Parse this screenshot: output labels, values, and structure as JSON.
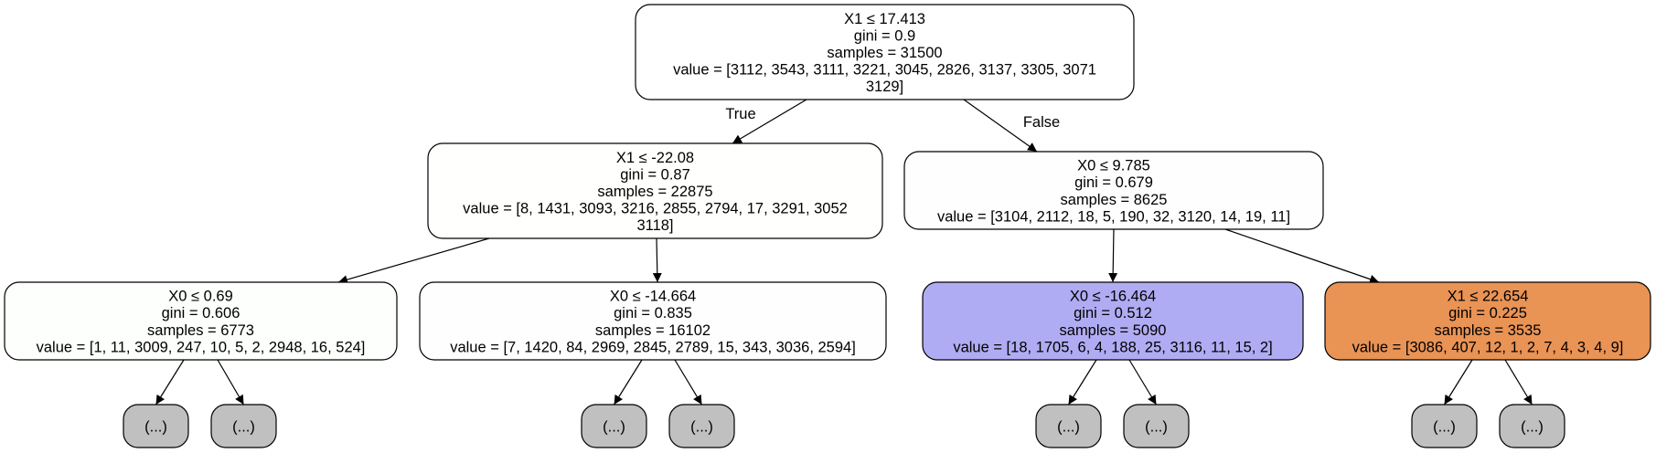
{
  "tree": {
    "nodes": [
      {
        "id": "root",
        "lines": [
          "X1 ≤ 17.413",
          "gini = 0.9",
          "samples = 31500",
          "value = [3112, 3543, 3111, 3221, 3045, 2826, 3137, 3305, 3071",
          "3129]"
        ],
        "fill": "#ffffff"
      },
      {
        "id": "left",
        "lines": [
          "X1 ≤ -22.08",
          "gini = 0.87",
          "samples = 22875",
          "value = [8, 1431, 3093, 3216, 2855, 2794, 17, 3291, 3052",
          "3118]"
        ],
        "fill": "#fffffe"
      },
      {
        "id": "right",
        "lines": [
          "X0 ≤ 9.785",
          "gini = 0.679",
          "samples = 8625",
          "value = [3104, 2112, 18, 5, 190, 32, 3120, 14, 19, 11]"
        ],
        "fill": "#fefeff"
      },
      {
        "id": "ll",
        "lines": [
          "X0 ≤ 0.69",
          "gini = 0.606",
          "samples = 6773",
          "value = [1, 11, 3009, 247, 10, 5, 2, 2948, 16, 524]"
        ],
        "fill": "#fcfffb"
      },
      {
        "id": "lr",
        "lines": [
          "X0 ≤ -14.664",
          "gini = 0.835",
          "samples = 16102",
          "value = [7, 1420, 84, 2969, 2845, 2789, 15, 343, 3036, 2594]"
        ],
        "fill": "#fffefe"
      },
      {
        "id": "rl",
        "lines": [
          "X0 ≤ -16.464",
          "gini = 0.512",
          "samples = 5090",
          "value = [18, 1705, 6, 4, 188, 25, 3116, 11, 15, 2]"
        ],
        "fill": "#b0acf3"
      },
      {
        "id": "rr",
        "lines": [
          "X1 ≤ 22.654",
          "gini = 0.225",
          "samples = 3535",
          "value = [3086, 407, 12, 1, 2, 7, 4, 3, 4, 9]"
        ],
        "fill": "#e99355"
      }
    ],
    "truncated_label": "(...)",
    "truncated_fill": "#c0c0c0",
    "true_label": "True",
    "false_label": "False"
  }
}
